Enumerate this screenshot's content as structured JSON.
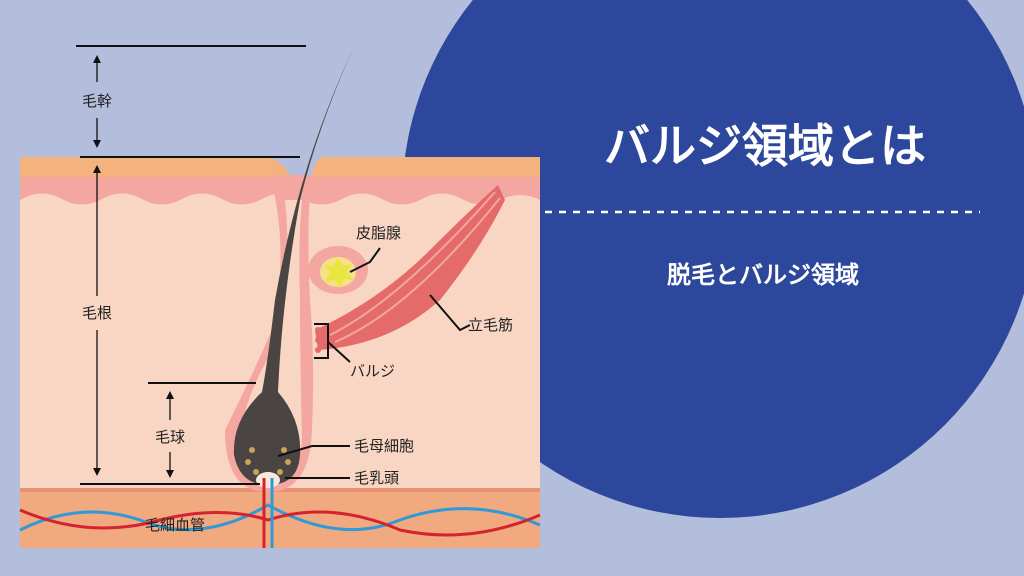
{
  "header": {
    "title": "バルジ領域とは",
    "subtitle": "脱毛とバルジ領域"
  },
  "diagram": {
    "labels": {
      "hair_shaft": "毛幹",
      "hair_root": "毛根",
      "hair_bulb": "毛球",
      "sebaceous_gland": "皮脂腺",
      "arrector_pili": "立毛筋",
      "bulge": "バルジ",
      "hair_matrix": "毛母細胞",
      "dermal_papilla": "毛乳頭",
      "capillaries": "毛細血管"
    }
  },
  "colors": {
    "background": "#b3bedd",
    "circle": "#2d479c",
    "skin_top": "#f4b27f",
    "epidermis": "#f3a7a0",
    "dermis": "#f9d6c4",
    "hair": "#4a4443",
    "artery": "#d3232f",
    "vein": "#2f9ad8"
  }
}
